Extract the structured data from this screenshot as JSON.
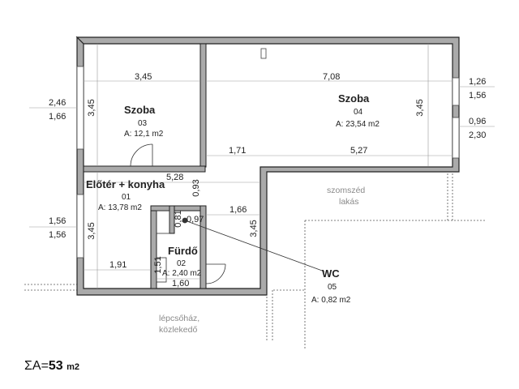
{
  "rooms": [
    {
      "name": "Szoba",
      "number": "03",
      "area": "A: 12,1 m2"
    },
    {
      "name": "Szoba",
      "number": "04",
      "area": "A: 23,54 m2"
    },
    {
      "name": "Előtér + konyha",
      "number": "01",
      "area": "A: 13,78 m2"
    },
    {
      "name": "Fürdő",
      "number": "02",
      "area": "A: 2,40 m2"
    },
    {
      "name": "WC",
      "number": "05",
      "area": "A: 0,82 m2"
    }
  ],
  "neighbors": {
    "apartment_line1": "szomszéd",
    "apartment_line2": "lakás",
    "stair_line1": "lépcsőház,",
    "stair_line2": "közlekedő"
  },
  "dimensions": {
    "room03_width": "3,45",
    "room03_depth": "3,45",
    "room04_width": "7,08",
    "room04_depth": "3,45",
    "room04_lower_left": "1,71",
    "room04_lower_right": "5,27",
    "hall_width": "5,28",
    "hall_wall": "0,93",
    "hall_depth": "3,45",
    "hall_bottom": "1,91",
    "corridor": "1,66",
    "corridor_depth": "3,45",
    "bath_side": "1,51",
    "bath_width": "1,60",
    "wc_width": "0,97",
    "wc_depth": "0,81",
    "win_left_top": "2,46",
    "win_left_bottom": "1,66",
    "win_left2_top": "1,56",
    "win_left2_bottom": "1,56",
    "win_right_a_top": "1,26",
    "win_right_a_bottom": "1,56",
    "win_right_b_top": "0,96",
    "win_right_b_bottom": "2,30"
  },
  "summary": {
    "label": "ΣA=",
    "value": "53",
    "unit": "m2"
  }
}
